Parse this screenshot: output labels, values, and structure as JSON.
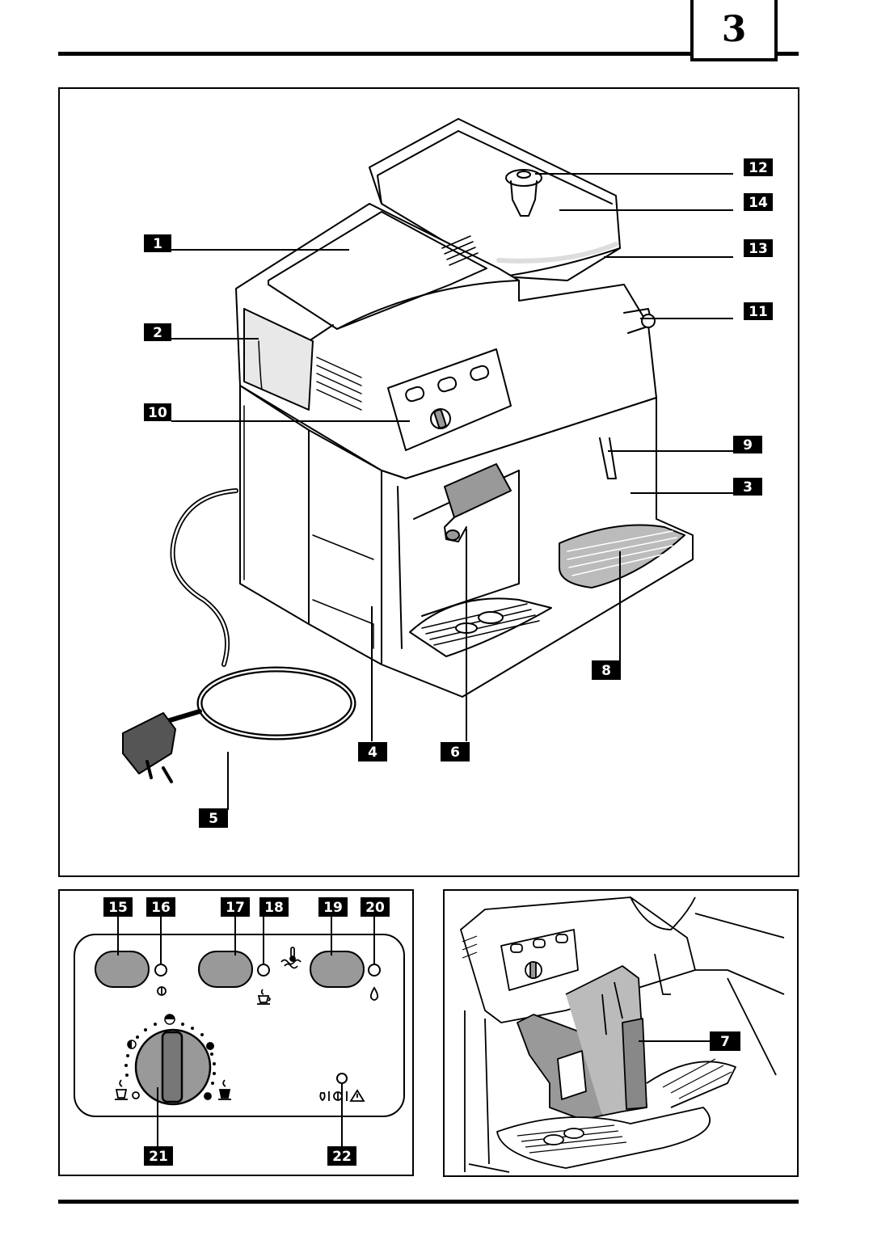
{
  "page": {
    "number": "3"
  },
  "main_diagram": {
    "callouts": [
      {
        "id": "c1",
        "label": "1"
      },
      {
        "id": "c2",
        "label": "2"
      },
      {
        "id": "c3",
        "label": "3"
      },
      {
        "id": "c4",
        "label": "4"
      },
      {
        "id": "c5",
        "label": "5"
      },
      {
        "id": "c6",
        "label": "6"
      },
      {
        "id": "c8",
        "label": "8"
      },
      {
        "id": "c9",
        "label": "9"
      },
      {
        "id": "c10",
        "label": "10"
      },
      {
        "id": "c11",
        "label": "11"
      },
      {
        "id": "c12",
        "label": "12"
      },
      {
        "id": "c13",
        "label": "13"
      },
      {
        "id": "c14",
        "label": "14"
      }
    ]
  },
  "control_panel": {
    "callouts": [
      {
        "id": "c15",
        "label": "15"
      },
      {
        "id": "c16",
        "label": "16"
      },
      {
        "id": "c17",
        "label": "17"
      },
      {
        "id": "c18",
        "label": "18"
      },
      {
        "id": "c19",
        "label": "19"
      },
      {
        "id": "c20",
        "label": "20"
      },
      {
        "id": "c21",
        "label": "21"
      },
      {
        "id": "c22",
        "label": "22"
      }
    ],
    "icons": [
      "power-icon",
      "cup-icon",
      "thermometer-steam-icon",
      "water-drop-icon",
      "mild-cup-icon",
      "strong-cup-icon",
      "warning-triangle-icon"
    ]
  },
  "brew_unit_inset": {
    "callouts": [
      {
        "id": "c7",
        "label": "7"
      }
    ]
  },
  "colors": {
    "line": "#000000",
    "fill_grey": "#999999",
    "light_grey": "#d8d8d8"
  }
}
